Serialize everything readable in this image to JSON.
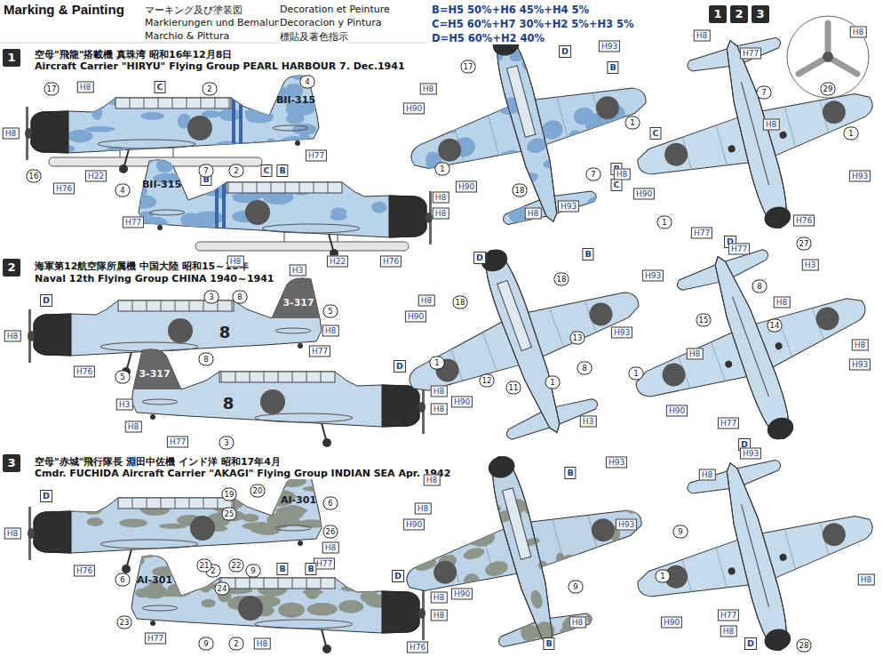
{
  "diagram": {
    "title": "Marking & Painting",
    "nodes": [
      {
        "text": [
          "1"
        ]
      },
      {
        "text": [
          "2"
        ]
      },
      {
        "text": [
          "3"
        ]
      },
      {
        "text": [
          "1"
        ]
      },
      {
        "text": [
          "2"
        ]
      },
      {
        "text": [
          "3"
        ]
      }
    ],
    "labels": [
      "マーキング及び塗装図",
      "Markierungen und Bemalung",
      "Marchio & Pittura",
      "Decoration et Peinture",
      "Decoracion y Pintura",
      "標貼及著色指示",
      "B=H5 50%+H6 45%+H4 5%",
      "C=H5 60%+H7 30%+H2 5%+H3 5%",
      "D=H5 60%+H2 40%",
      "空母\"飛龍\"搭載機 真珠湾 昭和16年12月8日",
      "Aircraft Carrier \"HIRYU\" Flying Group PEARL HARBOUR 7. Dec.1941",
      "海軍第12航空隊所属機 中国大陸 昭和15～16年",
      "Naval 12th Flying Group CHINA 1940～1941",
      "空母\"赤城\"飛行隊長 淵田中佐機 インド洋 昭和17年4月",
      "Cmdr. FUCHIDA Aircraft Carrier \"AKAGI\" Flying Group INDIAN SEA Apr. 1942",
      "H8",
      "17",
      "H8",
      "C",
      "2",
      "4",
      "BII-315",
      "16",
      "H76",
      "H22",
      "B",
      "H77",
      "4",
      "BII-315",
      "7",
      "2",
      "C",
      "B",
      "H8",
      "H8",
      "H77",
      "H8",
      "H22",
      "H76",
      "17",
      "D",
      "H93",
      "B",
      "H8",
      "H90",
      "1",
      "H90",
      "18",
      "H93",
      "7",
      "B",
      "C",
      "H8",
      "1",
      "H8",
      "H77",
      "7",
      "H8",
      "1",
      "H93",
      "C",
      "H8",
      "H90",
      "1",
      "H77",
      "D",
      "H76",
      "27",
      "H8",
      "29",
      "H8",
      "D",
      "3",
      "8",
      "H3",
      "3-317",
      "5",
      "8",
      "H8",
      "H77",
      "H76",
      "5",
      "3-317",
      "H3",
      "H8",
      "H77",
      "8",
      "3",
      "8",
      "D",
      "H8",
      "H8",
      "D",
      "B",
      "H93",
      "H8",
      "H90",
      "18",
      "18",
      "13",
      "1",
      "12",
      "11",
      "1",
      "8",
      "H90",
      "H93",
      "H3",
      "H77",
      "H3",
      "8",
      "H8",
      "14",
      "15",
      "H8",
      "1",
      "H8",
      "H93",
      "H90",
      "H77",
      "D",
      "H8",
      "D",
      "19",
      "20",
      "6",
      "AI-301",
      "25",
      "26",
      "2",
      "9",
      "H8",
      "H77",
      "B",
      "H76",
      "21",
      "22",
      "6",
      "AI-301",
      "24",
      "23",
      "B",
      "D",
      "H8",
      "H8",
      "9",
      "2",
      "H8",
      "H77",
      "H76",
      "H8",
      "B",
      "H93",
      "H8",
      "H90",
      "9",
      "H8",
      "B",
      "H93",
      "H90",
      "H93",
      "H8",
      "9",
      "1",
      "H8",
      "H90",
      "H77",
      "H8",
      "D",
      "28"
    ]
  }
}
